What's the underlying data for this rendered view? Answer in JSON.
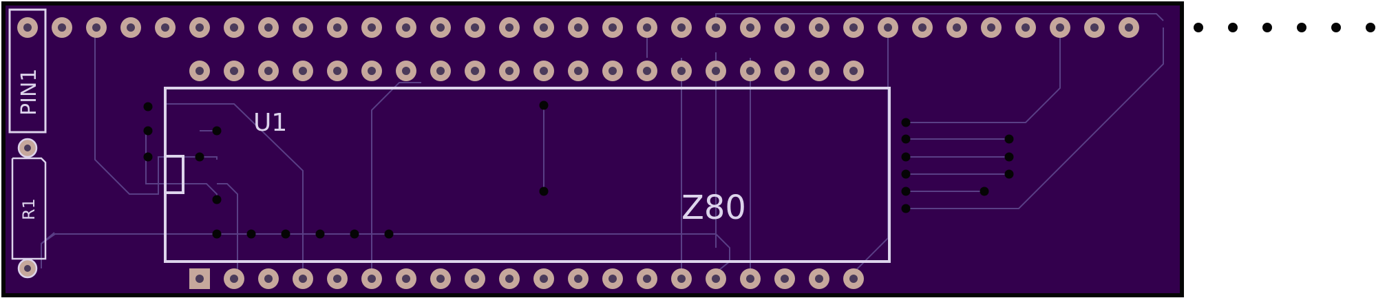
{
  "board": {
    "colors": {
      "substrate": "#33004d",
      "outline": "#050505",
      "trace": "#5a3f86",
      "silkscreen": "#ddd4ec",
      "pad_copper": "#c6a89c",
      "pad_hole": "#4a3a5a",
      "via": "#050505"
    }
  },
  "labels": {
    "header_ref": "PIN1",
    "resistor_ref": "R1",
    "chip_ref": "U1",
    "chip_value": "Z80"
  },
  "icons": {
    "edge_dots": "ellipsis-dots-icon"
  }
}
